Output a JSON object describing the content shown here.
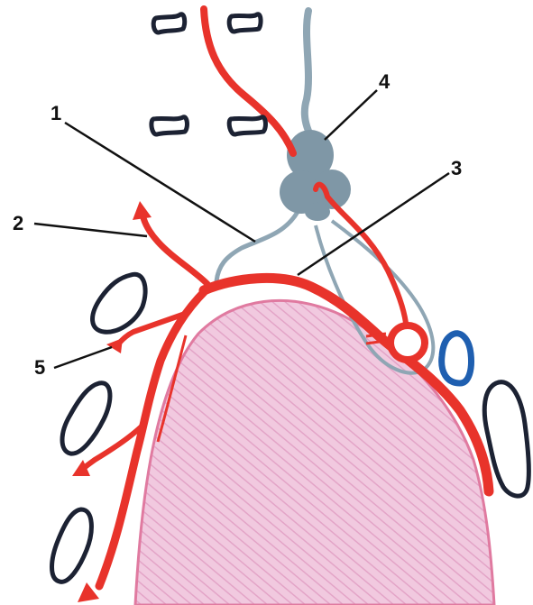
{
  "labels": {
    "l1": "1",
    "l2": "2",
    "l3": "3",
    "l4": "4",
    "l5": "5"
  },
  "colors": {
    "artery": "#e8332b",
    "nerve": "#8fa6b4",
    "ganglion": "#7f97a6",
    "organ_fill": "#f1c9df",
    "organ_hatch": "#e3a4c7",
    "organ_edge": "#e07aa0",
    "bone_outline": "#1c2233",
    "vein_outline": "#1f5fb0",
    "leader_line": "#111111"
  },
  "icons": {
    "arrowheads": "arrow-head-icon",
    "cross_sections": "vessel-cross-section-icon"
  }
}
